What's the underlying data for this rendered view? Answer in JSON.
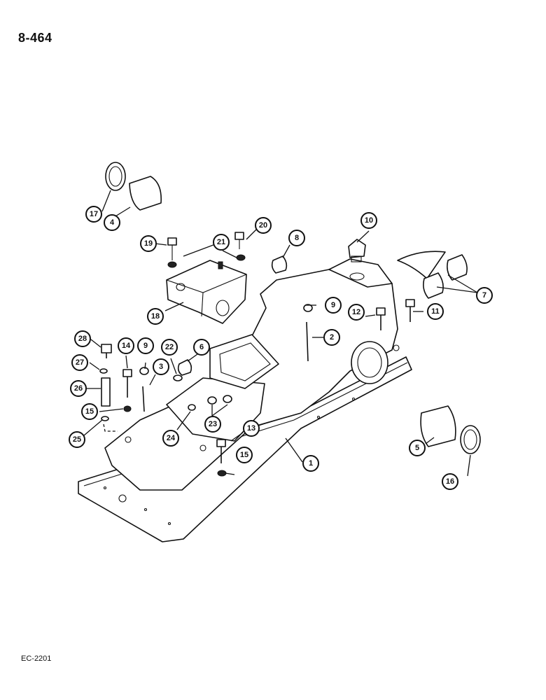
{
  "page": {
    "number": "8-464",
    "figure_code": "EC-2201"
  },
  "callouts": [
    {
      "label": "1"
    },
    {
      "label": "2"
    },
    {
      "label": "3"
    },
    {
      "label": "4"
    },
    {
      "label": "5"
    },
    {
      "label": "6"
    },
    {
      "label": "7"
    },
    {
      "label": "8"
    },
    {
      "label": "9"
    },
    {
      "label": "9"
    },
    {
      "label": "10"
    },
    {
      "label": "11"
    },
    {
      "label": "12"
    },
    {
      "label": "13"
    },
    {
      "label": "14"
    },
    {
      "label": "15"
    },
    {
      "label": "15"
    },
    {
      "label": "16"
    },
    {
      "label": "17"
    },
    {
      "label": "18"
    },
    {
      "label": "19"
    },
    {
      "label": "20"
    },
    {
      "label": "21"
    },
    {
      "label": "22"
    },
    {
      "label": "23"
    },
    {
      "label": "24"
    },
    {
      "label": "25"
    },
    {
      "label": "26"
    },
    {
      "label": "27"
    },
    {
      "label": "28"
    }
  ]
}
